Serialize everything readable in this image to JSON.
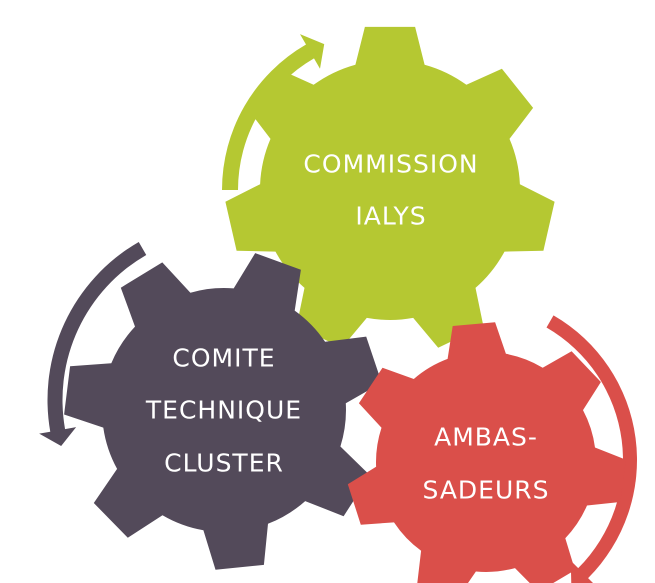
{
  "gears": [
    {
      "id": "commission",
      "lines": [
        "COMMISSION",
        "IALYS"
      ],
      "color": "#b5c832"
    },
    {
      "id": "comite",
      "lines": [
        "COMITE",
        "TECHNIQUE",
        "CLUSTER"
      ],
      "color": "#534a5a"
    },
    {
      "id": "ambassadeurs",
      "lines": [
        "AMBAS-",
        "SADEURS"
      ],
      "color": "#da4f4a"
    }
  ],
  "arrows": [
    {
      "id": "green-arrow",
      "color": "#b5c832"
    },
    {
      "id": "purple-arrow",
      "color": "#534a5a"
    },
    {
      "id": "red-arrow",
      "color": "#da4f4a"
    }
  ]
}
